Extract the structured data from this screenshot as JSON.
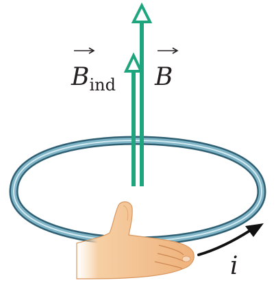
{
  "figure": {
    "field_induced_label": {
      "symbol": "B",
      "subscript": "ind"
    },
    "field_label": {
      "symbol": "B"
    },
    "current_label": "i",
    "colors": {
      "field_arrows": "#1fa57e",
      "loop": "#5f9aae",
      "loop_rim": "#2f5f73",
      "hand": "#f4c08f",
      "current_arrow": "#111111",
      "text": "#231f20"
    }
  }
}
